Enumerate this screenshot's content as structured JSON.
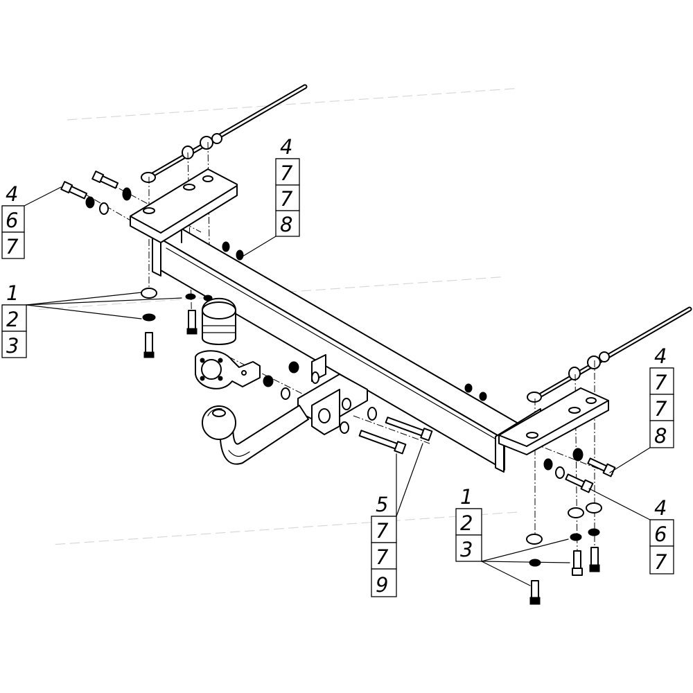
{
  "callouts": {
    "top_left": [
      "4",
      "6",
      "7"
    ],
    "top_center": [
      "4",
      "7",
      "7",
      "8"
    ],
    "mid_left": [
      "1",
      "2",
      "3"
    ],
    "bottom_center": [
      "5",
      "7",
      "7",
      "9"
    ],
    "right_upper": [
      "4",
      "7",
      "7",
      "8"
    ],
    "bottom_right_left": [
      "1",
      "2",
      "3"
    ],
    "bottom_right": [
      "4",
      "6",
      "7"
    ]
  },
  "colors": {
    "ink": "#000000",
    "background": "#ffffff",
    "watermark": "#d6d6d6"
  },
  "icons": [
    "crossbar-tube",
    "tow-ball",
    "socket-bracket",
    "mounting-plate",
    "bolt",
    "washer",
    "nut"
  ]
}
